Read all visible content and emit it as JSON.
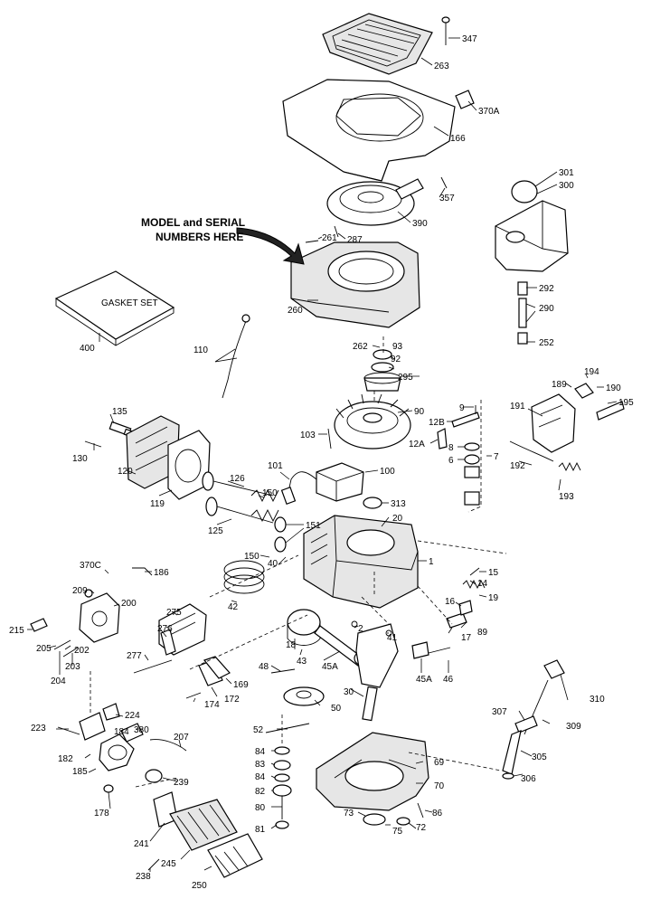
{
  "note": {
    "line1": "MODEL and SERIAL",
    "line2": "NUMBERS HERE"
  },
  "gasket_set_label": "GASKET SET",
  "callouts": [
    "347",
    "263",
    "370A",
    "166",
    "357",
    "301",
    "300",
    "390",
    "261",
    "287",
    "260",
    "292",
    "290",
    "252",
    "400",
    "110",
    "262",
    "93",
    "92",
    "295",
    "189",
    "194",
    "190",
    "191",
    "195",
    "9",
    "12B",
    "90",
    "103",
    "12A",
    "8",
    "6",
    "7",
    "192",
    "135",
    "130",
    "120",
    "119",
    "126",
    "101",
    "100",
    "150",
    "125",
    "313",
    "20",
    "151",
    "193",
    "150",
    "40",
    "1",
    "370C",
    "186",
    "15",
    "14",
    "209",
    "200",
    "42",
    "19",
    "275",
    "215",
    "276",
    "16",
    "205",
    "202",
    "204",
    "203",
    "277",
    "2",
    "41",
    "89",
    "17",
    "18",
    "43",
    "45A",
    "45A",
    "46",
    "48",
    "169",
    "172",
    "174",
    "30",
    "224",
    "310",
    "223",
    "184",
    "380",
    "52",
    "50",
    "207",
    "307",
    "309",
    "182",
    "84",
    "83",
    "84",
    "69",
    "305",
    "185",
    "239",
    "82",
    "70",
    "306",
    "178",
    "80",
    "73",
    "86",
    "241",
    "75",
    "72",
    "81",
    "245",
    "238",
    "250"
  ]
}
